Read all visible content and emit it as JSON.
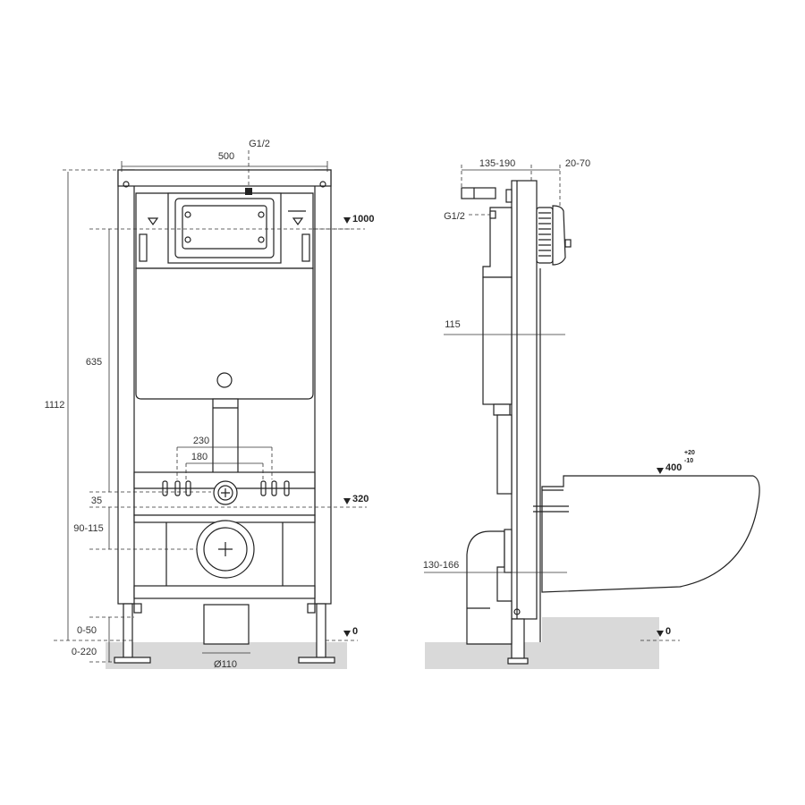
{
  "front_view": {
    "width_label": "500",
    "inlet_label": "G1/2",
    "total_height_label": "1112",
    "cistern_height_label": "635",
    "level_top_label": "1000",
    "level_mid_label": "320",
    "level_floor_label": "0",
    "bolt_spacing_outer_label": "230",
    "bolt_spacing_inner_label": "180",
    "offset_35_label": "35",
    "drain_offset_label": "90-115",
    "leg_adjust_label": "0-50",
    "floor_depth_label": "0-220",
    "drain_diameter_label": "Ø110"
  },
  "side_view": {
    "button_depth_label": "135-190",
    "wall_finish_label": "20-70",
    "inlet_label": "G1/2",
    "pipe_offset_label": "115",
    "drain_offset_label": "130-166",
    "seat_height_label": "400",
    "seat_tolerance_plus": "+20",
    "seat_tolerance_minus": "-10",
    "level_floor_label": "0"
  }
}
